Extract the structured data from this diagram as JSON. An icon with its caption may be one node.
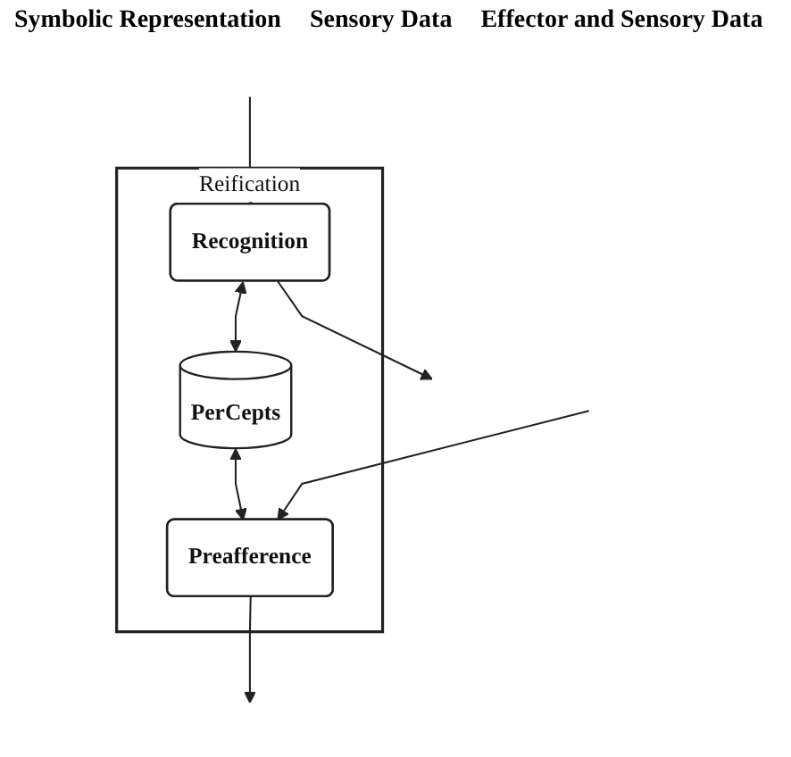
{
  "diagram": {
    "nodes": [
      {
        "text": [
          "Reification"
        ]
      },
      {
        "text": [
          "Recognition"
        ],
        "in": 0
      },
      {
        "text": [
          "PerCepts"
        ],
        "in": 0
      },
      {
        "text": [
          "Preafference"
        ],
        "in": 0
      }
    ],
    "edges": [
      {
        "from": 1,
        "to": 2,
        "arrow": "both"
      },
      {
        "from": 2,
        "to": 3,
        "arrow": "both"
      },
      {
        "from": 1,
        "to": null,
        "arrow": "to"
      },
      {
        "from": null,
        "to": 3,
        "arrow": "to"
      },
      {
        "from": null,
        "to": 1,
        "arrow": "to"
      },
      {
        "from": 3,
        "to": null,
        "arrow": "to"
      }
    ],
    "labels": [
      "Symbolic Representation",
      "Sensory Data",
      "Effector and Sensory Data"
    ]
  }
}
